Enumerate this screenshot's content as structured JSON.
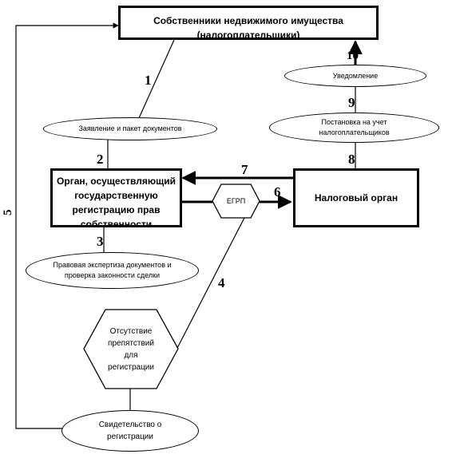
{
  "nodes": {
    "owners": {
      "line1": "Собственники недвижимого имущества",
      "line2": "(налогоплательщики)"
    },
    "registration_body": {
      "line1": "Орган, осуществляющий",
      "line2": "государственную",
      "line3": "регистрацию прав",
      "line4": "собственности"
    },
    "tax_authority": {
      "label": "Налоговый орган"
    },
    "egrp": {
      "label": "ЕГРП"
    },
    "application": {
      "label": "Заявление и пакет документов"
    },
    "legal_expertise": {
      "line1": "Правовая экспертиза документов и",
      "line2": "проверка законности сделки"
    },
    "no_obstacles": {
      "line1": "Отсутствие",
      "line2": "препятствий",
      "line3": "для",
      "line4": "регистрации"
    },
    "certificate": {
      "line1": "Свидетельство о",
      "line2": "регистрации"
    },
    "tax_registration": {
      "line1": "Постановка на учет",
      "line2": "налогоплательщиков"
    },
    "notification": {
      "label": "Уведомление"
    }
  },
  "steps": {
    "s1": "1",
    "s2": "2",
    "s3": "3",
    "s4": "4",
    "s5": "5",
    "s6": "6",
    "s7": "7",
    "s8": "8",
    "s9": "9",
    "s10": "10"
  },
  "colors": {
    "line": "#000000",
    "background": "#ffffff"
  }
}
